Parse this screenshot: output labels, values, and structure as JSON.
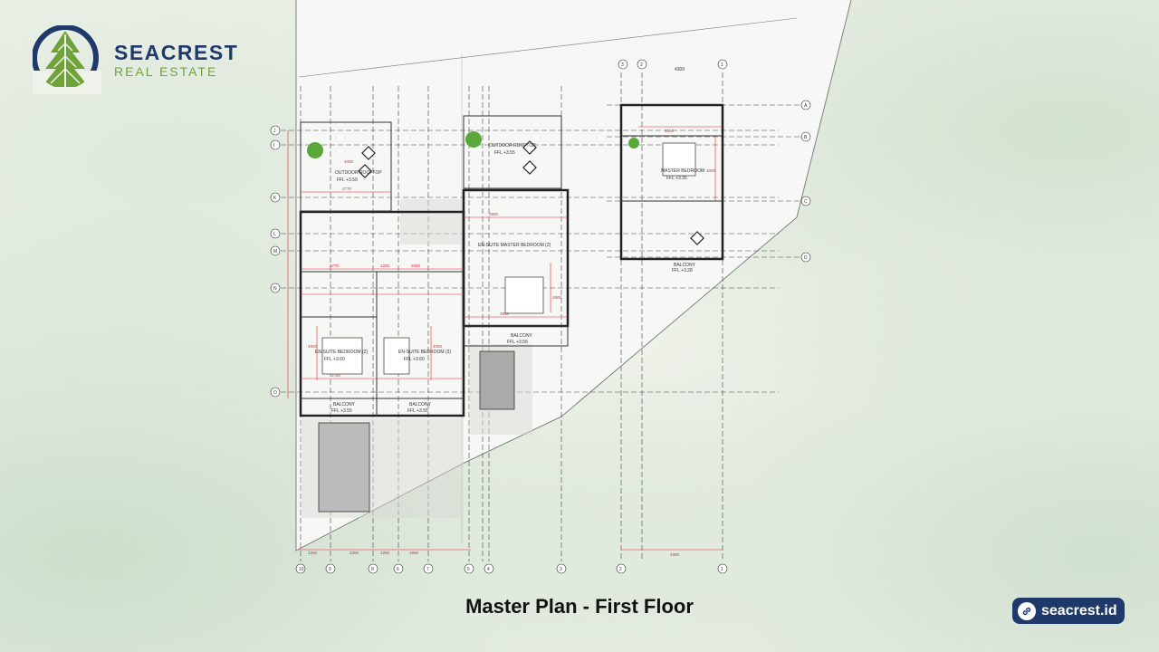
{
  "brand": {
    "name": "SEACREST",
    "tagline": "REAL ESTATE",
    "primary_color": "#1f3a6a",
    "accent_color": "#6fa33a"
  },
  "plan": {
    "rooms": {
      "rooftop_left": "OUTDOOR ROOFTOP",
      "rooftop_left_ffl": "FFL +3.50",
      "rooftop_mid": "OUTDOOR ROOFTOP",
      "rooftop_mid_ffl": "FFL +3.55",
      "bedroom_2": "EN-SUITE BEDROOM (2)",
      "bedroom_2_ffl": "FFL +3.60",
      "bedroom_3": "EN-SUITE BEDROOM (3)",
      "bedroom_3_ffl": "FFL +3.60",
      "master_2": "EN-SUITE MASTER BEDROOM (2)",
      "master_right": "MASTER BEDROOM",
      "master_right_ffl": "FFL +3.35",
      "balcony_1": "BALCONY",
      "balcony_1_ffl": "FFL +3.55",
      "balcony_2": "BALCONY",
      "balcony_2_ffl": "FFL +3.55",
      "balcony_3": "BALCONY",
      "balcony_3_ffl": "FFL +3.56",
      "balcony_4": "BALCONY",
      "balcony_4_ffl": "FFL +3.28"
    },
    "dimensions": {
      "d4000a": "4000",
      "d2770": "2770",
      "d3770": "3770",
      "d1200": "1200",
      "d2050": "2050",
      "d4600": "4600",
      "d4000b": "4000",
      "d3900": "3900",
      "d2600": "2600",
      "d3960": "3960",
      "d4150": "4150",
      "d3000": "3000",
      "d4300": "4300",
      "d2780": "2780",
      "d1260": "1260",
      "d1260b": "1260",
      "d1660": "1660",
      "d2300": "2300"
    },
    "grid_cols_bottom": [
      "10",
      "9",
      "8",
      "6",
      "7",
      "5",
      "4",
      "3",
      "2",
      "1"
    ],
    "grid_rows_left": [
      "J",
      "I",
      "K",
      "L",
      "M",
      "N",
      "O"
    ],
    "grid_rows_right": [
      "A",
      "B",
      "C",
      "D"
    ],
    "top_labels": [
      "3",
      "2",
      "4300",
      "1"
    ]
  },
  "caption": "Master Plan - First Floor",
  "website": {
    "label": "seacrest.id",
    "link_icon": "link-icon"
  }
}
